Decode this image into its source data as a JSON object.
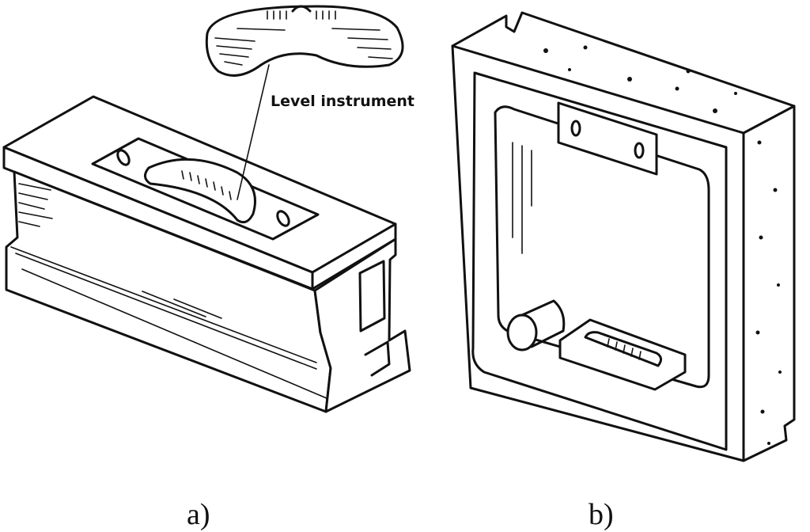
{
  "figure": {
    "callout_label": "Level instrument",
    "caption_a": "a)",
    "caption_b": "b)"
  }
}
